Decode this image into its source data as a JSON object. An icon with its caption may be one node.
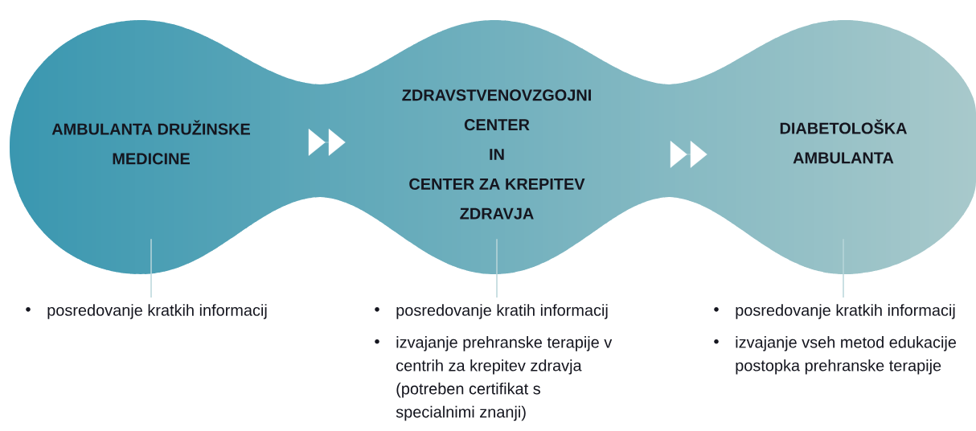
{
  "diagram": {
    "nodes": [
      {
        "text": [
          "AMBULANTA DRUŽINSKE MEDICINE"
        ]
      },
      {
        "text": [
          "ZDRAVSTVENOVZGOJNI CENTER",
          "IN",
          "CENTER ZA KREPITEV ZDRAVJA"
        ]
      },
      {
        "text": [
          "DIABETOLOŠKA AMBULANTA"
        ]
      },
      {
        "text": [
          "posredovanje kratkih informacij"
        ]
      },
      {
        "text": [
          "posredovanje kratih informacij",
          "izvajanje prehranske terapije v centrih za krepitev zdravja (potreben certifikat s specialnimi znanji)"
        ]
      },
      {
        "text": [
          "posredovanje kratkih informacij",
          "izvajanje vseh metod edukacije postopka prehranske terapije"
        ]
      }
    ],
    "edges": [
      {
        "from": 0,
        "to": 1,
        "arrow": "to"
      },
      {
        "from": 1,
        "to": 2,
        "arrow": "to"
      },
      {
        "from": 0,
        "to": 3,
        "arrow": "none"
      },
      {
        "from": 1,
        "to": 4,
        "arrow": "none"
      },
      {
        "from": 2,
        "to": 5,
        "arrow": "none"
      }
    ]
  }
}
